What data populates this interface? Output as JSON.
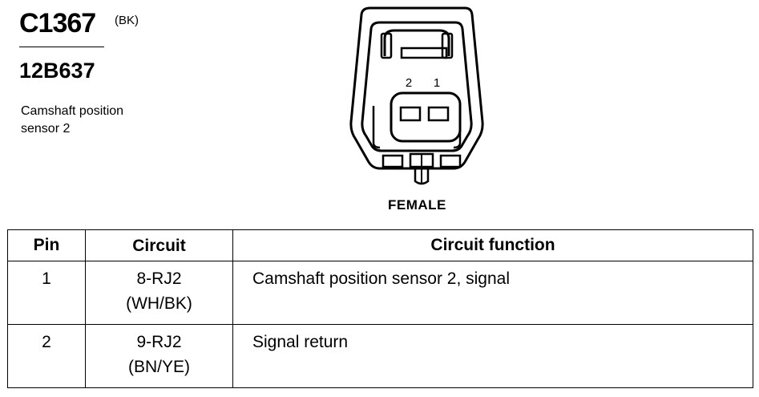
{
  "header": {
    "connector_id": "C1367",
    "color_code": "(BK)",
    "part_number": "12B637",
    "description": "Camshaft position sensor 2"
  },
  "connector_view": {
    "pin_labels": [
      "2",
      "1"
    ],
    "gender": "FEMALE"
  },
  "table": {
    "headers": {
      "pin": "Pin",
      "circuit": "Circuit",
      "function": "Circuit function"
    },
    "rows": [
      {
        "pin": "1",
        "circuit": "8-RJ2",
        "wire_color": "(WH/BK)",
        "function": "Camshaft position sensor 2, signal"
      },
      {
        "pin": "2",
        "circuit": "9-RJ2",
        "wire_color": "(BN/YE)",
        "function": "Signal return"
      }
    ]
  }
}
